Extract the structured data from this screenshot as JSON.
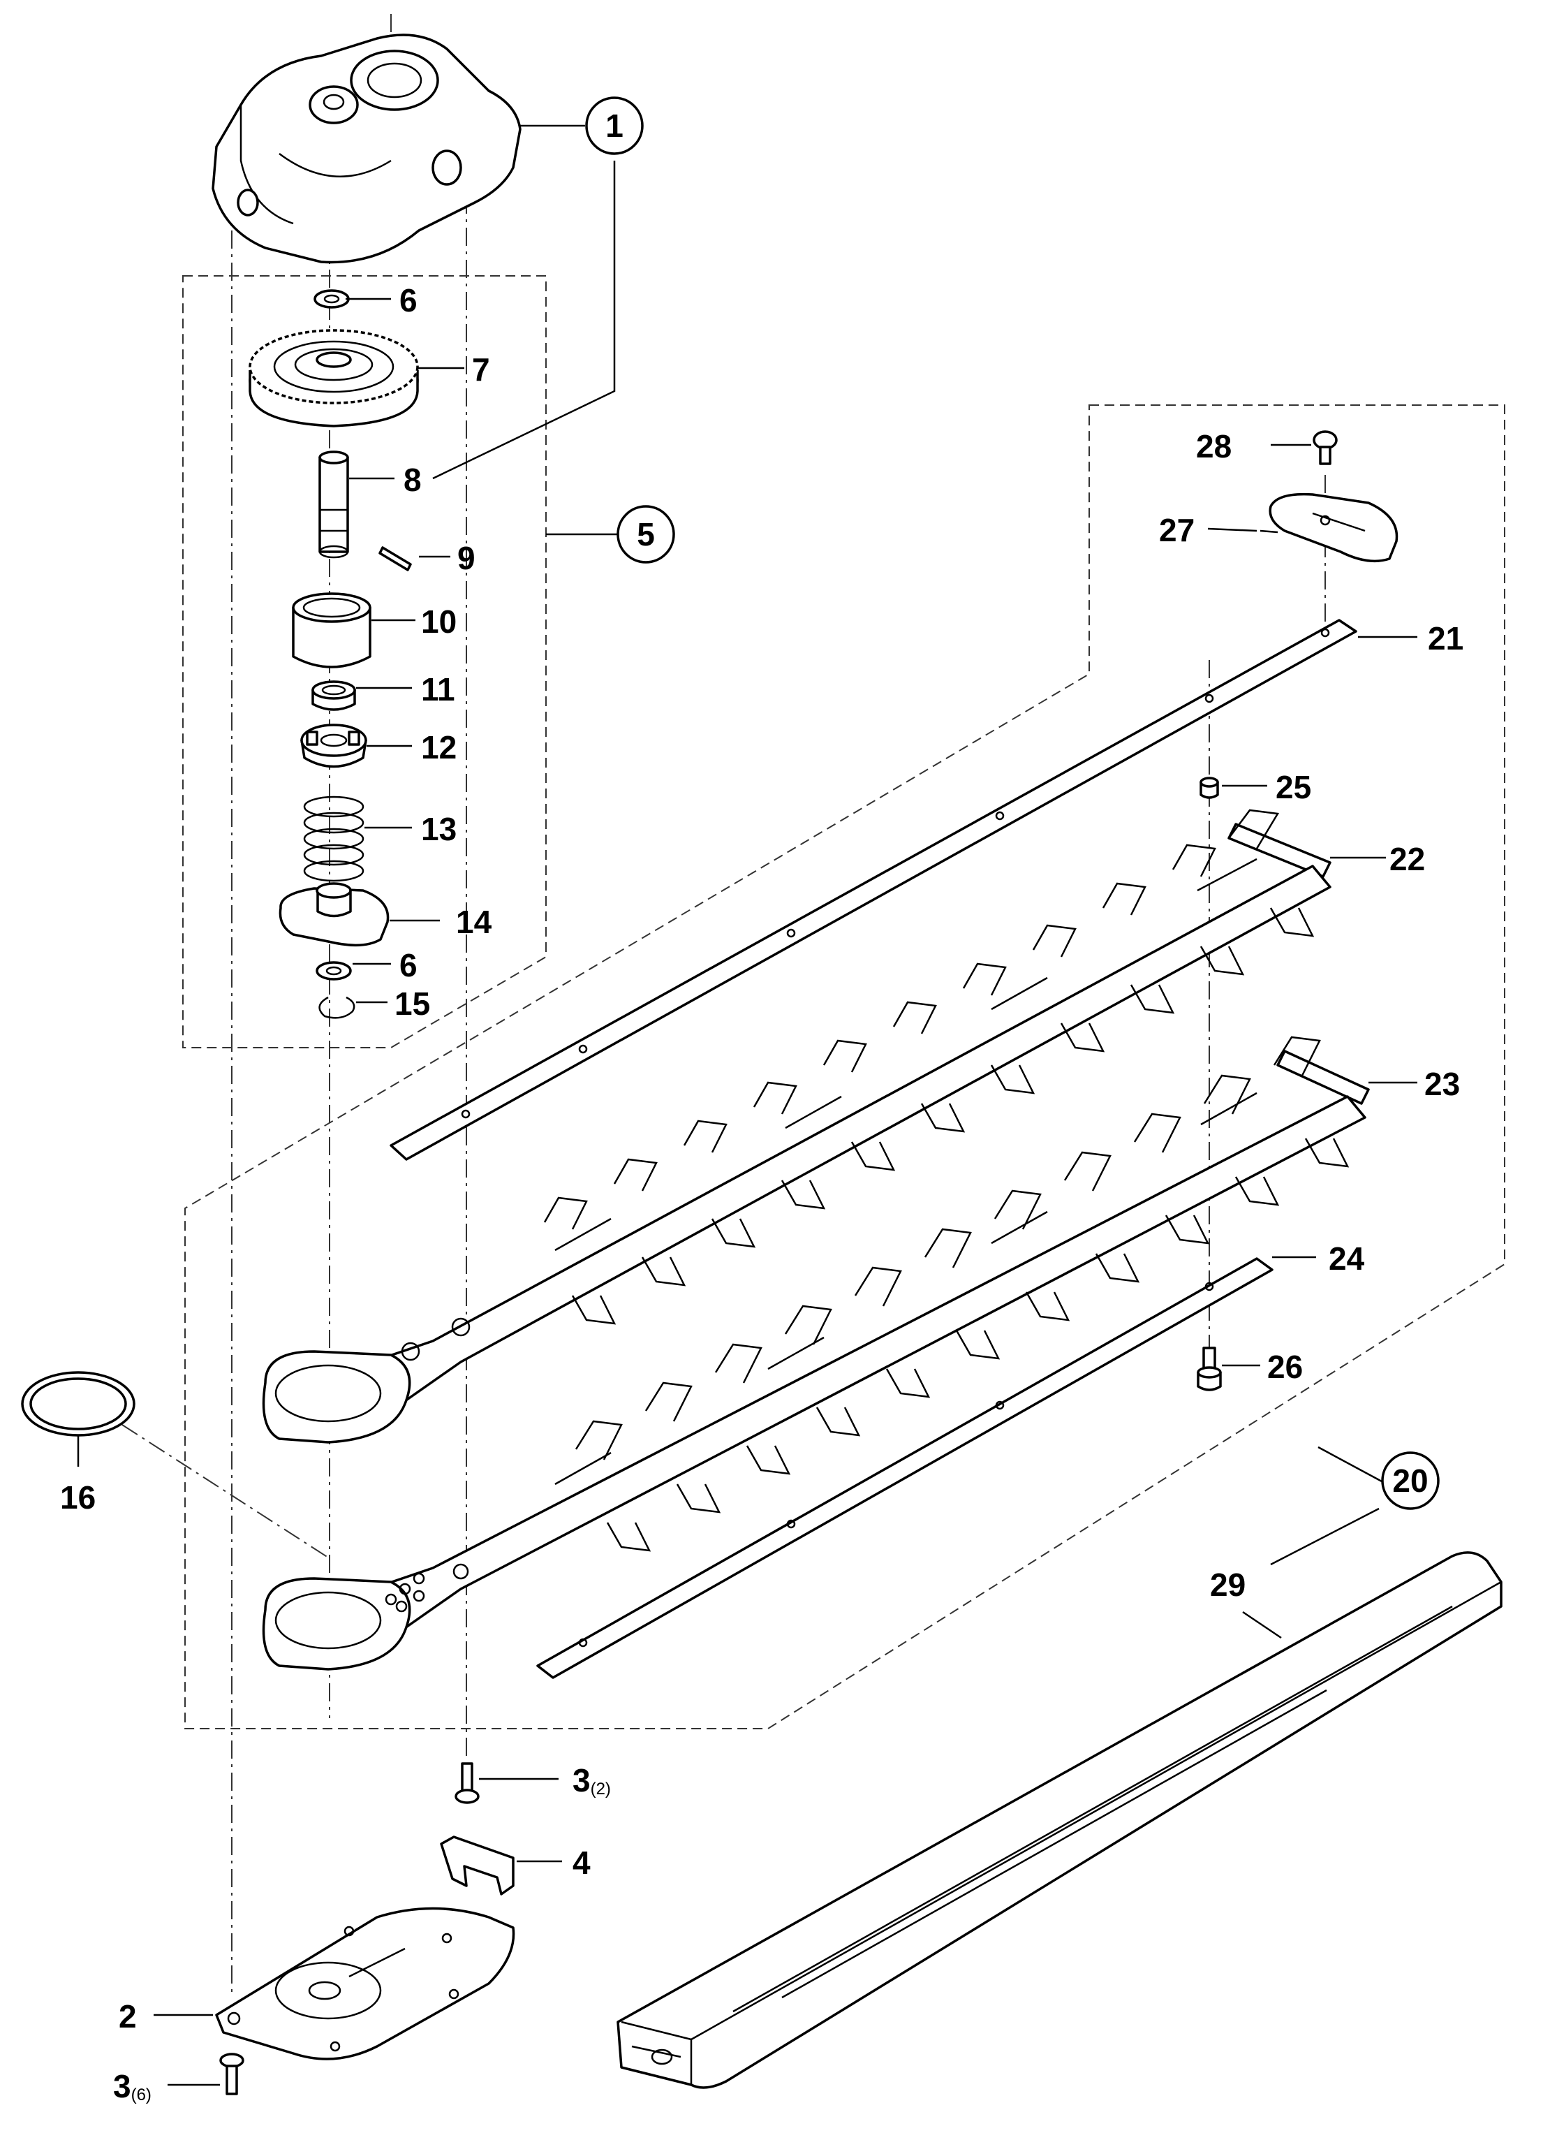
{
  "callouts": [
    {
      "id": "1",
      "sub": "",
      "circled": true
    },
    {
      "id": "2",
      "sub": "",
      "circled": false
    },
    {
      "id": "3",
      "sub": "(2)",
      "circled": false
    },
    {
      "id": "3",
      "sub": "(6)",
      "circled": false
    },
    {
      "id": "4",
      "sub": "",
      "circled": false
    },
    {
      "id": "5",
      "sub": "",
      "circled": true
    },
    {
      "id": "6",
      "sub": "",
      "circled": false
    },
    {
      "id": "6",
      "sub": "",
      "circled": false
    },
    {
      "id": "7",
      "sub": "",
      "circled": false
    },
    {
      "id": "8",
      "sub": "",
      "circled": false
    },
    {
      "id": "9",
      "sub": "",
      "circled": false
    },
    {
      "id": "10",
      "sub": "",
      "circled": false
    },
    {
      "id": "11",
      "sub": "",
      "circled": false
    },
    {
      "id": "12",
      "sub": "",
      "circled": false
    },
    {
      "id": "13",
      "sub": "",
      "circled": false
    },
    {
      "id": "14",
      "sub": "",
      "circled": false
    },
    {
      "id": "15",
      "sub": "",
      "circled": false
    },
    {
      "id": "16",
      "sub": "",
      "circled": false
    },
    {
      "id": "20",
      "sub": "",
      "circled": true
    },
    {
      "id": "21",
      "sub": "",
      "circled": false
    },
    {
      "id": "22",
      "sub": "",
      "circled": false
    },
    {
      "id": "23",
      "sub": "",
      "circled": false
    },
    {
      "id": "24",
      "sub": "",
      "circled": false
    },
    {
      "id": "25",
      "sub": "",
      "circled": false
    },
    {
      "id": "26",
      "sub": "",
      "circled": false
    },
    {
      "id": "27",
      "sub": "",
      "circled": false
    },
    {
      "id": "28",
      "sub": "",
      "circled": false
    },
    {
      "id": "29",
      "sub": "",
      "circled": false
    }
  ]
}
